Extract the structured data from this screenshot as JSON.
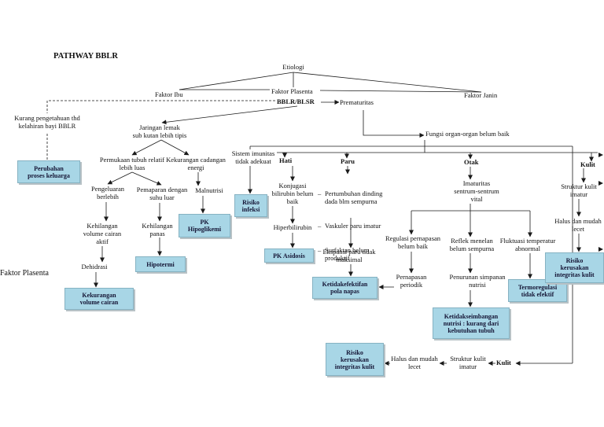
{
  "title": "PATHWAY BBLR",
  "etiology": {
    "label": "Etiologi",
    "faktor_ibu": "Faktor Ibu",
    "faktor_plasenta": "Faktor Plasenta",
    "faktor_janin": "Faktor Janin",
    "bblr": "BBLR/BLSR",
    "prematuritas": "Prematuritas"
  },
  "side_label": "Faktor Plasenta",
  "family": {
    "cause": "Kurang pengetahuan thd\nkelahiran bayi BBLR",
    "diagnosis": "Perubahan\nproses keluarga"
  },
  "fat": {
    "root": "Jaringan lemak\nsub kutan lebih tipis",
    "surface": "Permukaan tubuh relatif\nlebih luas",
    "energy": "Kekurangan cadangan\nenergi",
    "excess": "Pengeluaran\nberlebih",
    "exposure": "Pemaparan dengan\nsuhu luar",
    "malnutrition": "Malnutrisi",
    "fluid_loss": "Kehilangan\nvolume cairan\naktif",
    "heat_loss": "Kehilangan\npanas",
    "dehydration": "Dehidrasi",
    "dx_hypoglycemia": "PK\nHipoglikemi",
    "dx_hypothermia": "Hipotermi",
    "dx_fluid": "Kekurangan\nvolume cairan"
  },
  "immune": {
    "cause": "Sistem imunitas\ntidak adekuat",
    "diagnosis": "Risiko\ninfeksi"
  },
  "organ_function": "Fungsi organ-organ belum baik",
  "hati": {
    "label": "Hati",
    "conjugation": "Konjugasi\nbilirubin belum\nbaik",
    "hyperbilirubin": "Hiperbilirubin",
    "diagnosis": "PK Asidosis"
  },
  "paru": {
    "label": "Paru",
    "bullet": "–",
    "causes": [
      "Pertumbuhan dinding\ndada blm sempurna",
      "Vaskuler paru imatur",
      "Surfaktan belum\nproduktif"
    ],
    "expansion": "Ekspansi paru tidak\nmaksimal",
    "diagnosis": "Ketidakefektifan\npola napas"
  },
  "otak": {
    "label": "Otak",
    "immaturity": "Imaturitas\nsentrum-sentrum\nvital",
    "respiration_reg": "Regulasi pernapasan\nbelum baik",
    "periodic_breathing": "Pernapasan\nperiodik",
    "swallow_reflex": "Reflek menelan\nbelum sempurna",
    "nutrition_drop": "Penurunan simpanan\nnutrisi",
    "temp_fluctuation": "Fluktuasi temperatur\nabnormal",
    "dx_thermo": "Termoregulasi\ntidak efektif",
    "dx_nutrition": "Ketidakseimbangan\nnutrisi : kurang dari\nkebutuhan tubuh"
  },
  "kulit_right": {
    "label": "Kulit",
    "structure": "Struktur kulit\nimatur",
    "fragile": "Halus dan mudah\nlecet",
    "diagnosis": "Risiko\nkerusakan\nintegritas kulit"
  },
  "kulit_bottom": {
    "label": "Kulit",
    "structure": "Struktur kulit\nimatur",
    "fragile": "Halus dan mudah\nlecet",
    "diagnosis": "Risiko\nkerusakan\nintegritas kulit"
  },
  "colors": {
    "box_fill": "#a8d6e6",
    "line": "#1a1a1a"
  }
}
